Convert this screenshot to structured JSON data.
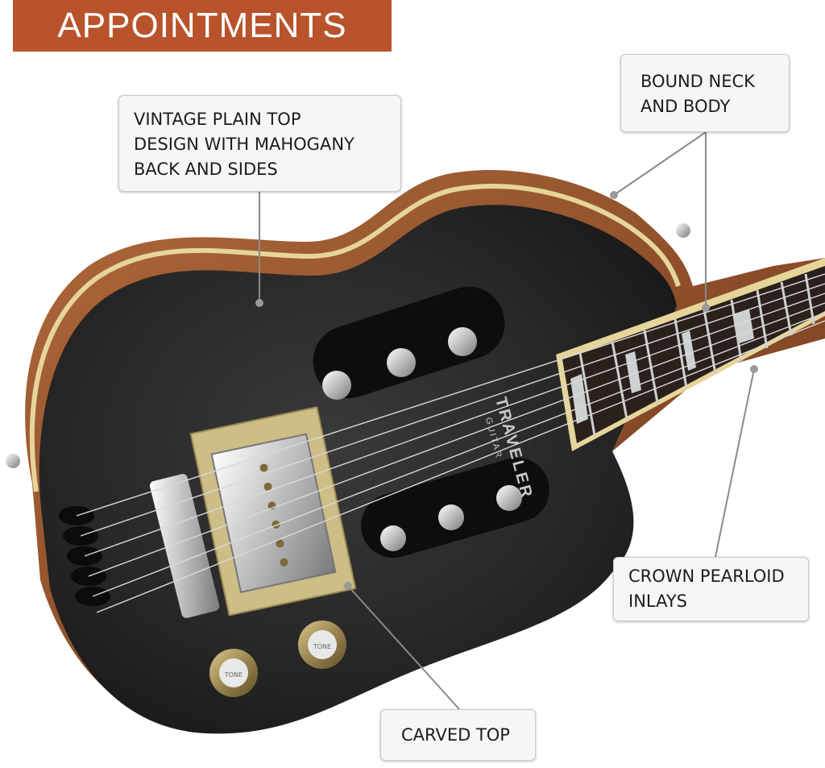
{
  "header": {
    "title": "APPOINTMENTS"
  },
  "callouts": {
    "vintage_top": "VINTAGE PLAIN TOP\nDESIGN WITH MAHOGANY\nBACK AND SIDES",
    "bound_neck": "BOUND NECK\nAND BODY",
    "crown_inlays": "CROWN PEARLOID\nINLAYS",
    "carved_top": "CARVED TOP"
  },
  "product": {
    "logo_text": "TRAVELER",
    "logo_subtext": "GUITAR",
    "knob_labels": [
      "TONE",
      "TONE"
    ]
  },
  "colors": {
    "banner": "#b8532b",
    "body_top": "#252525",
    "mahogany": "#9b5a32",
    "binding": "#e6d59a",
    "fretboard": "#2b211c",
    "pickup_ring": "#cdbd86",
    "leader_line": "#8a8a8a"
  }
}
